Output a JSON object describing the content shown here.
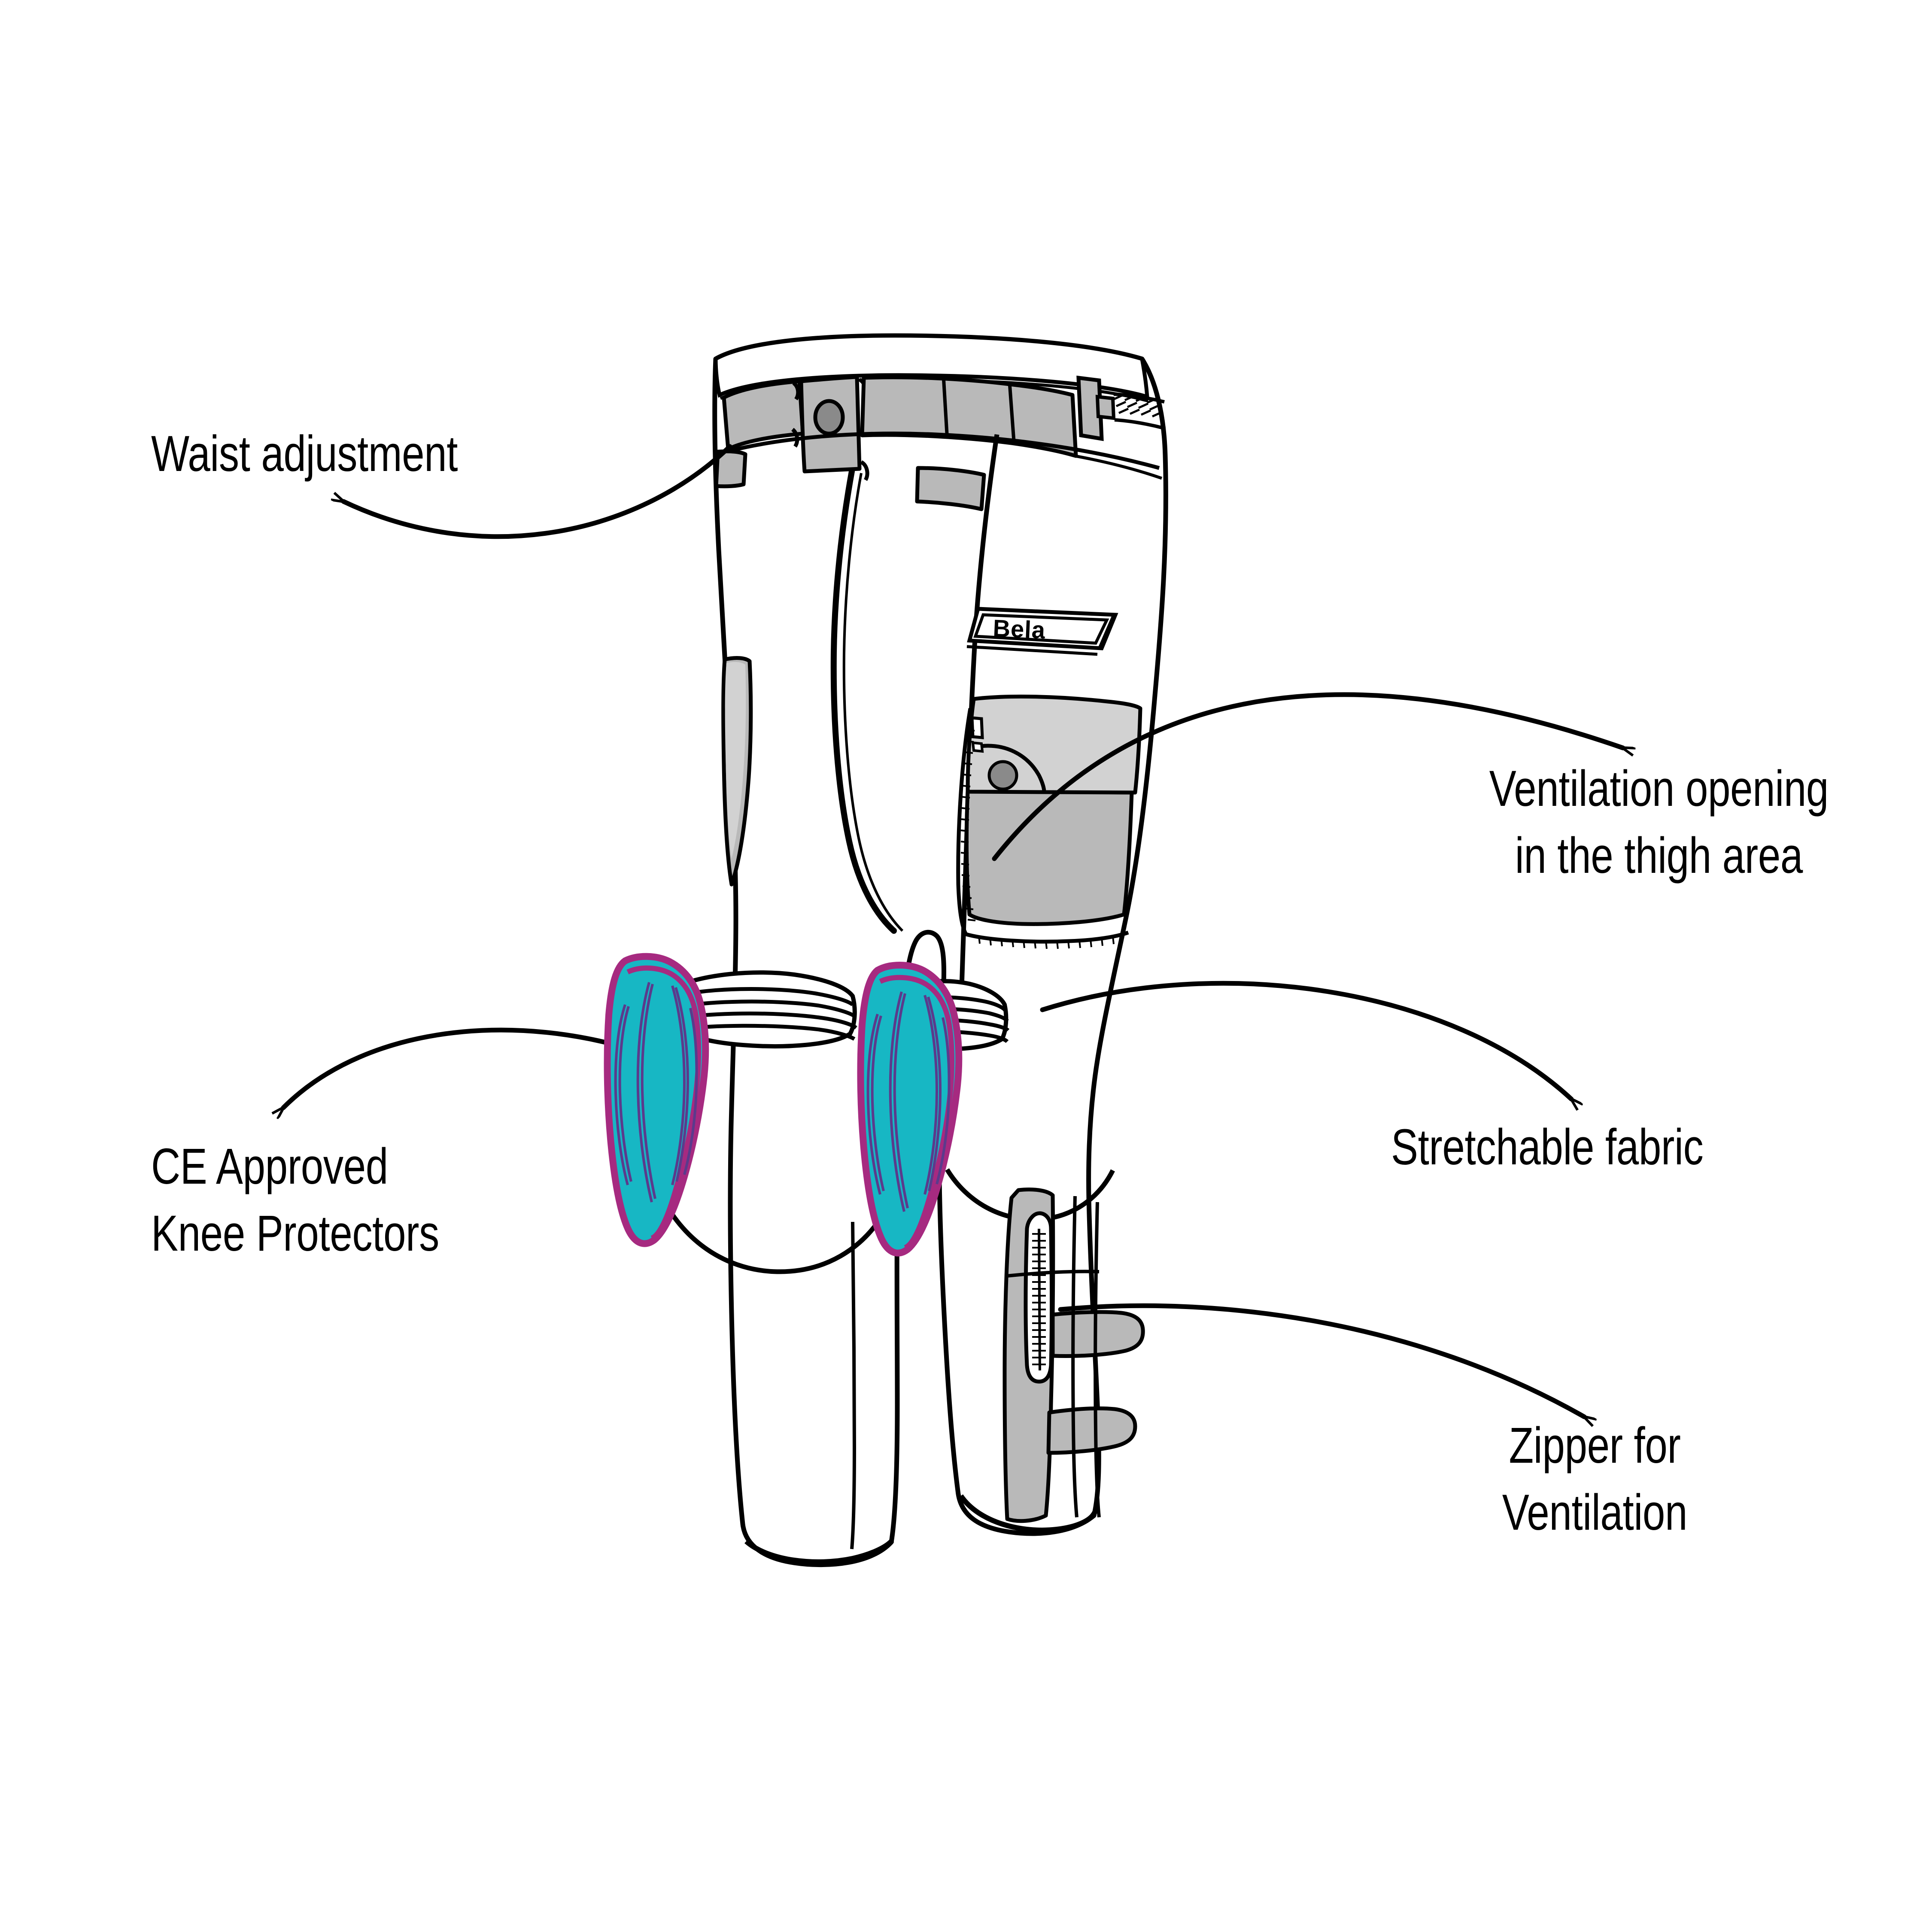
{
  "diagram": {
    "title": "Motorcycle Trousers Feature Callout Diagram",
    "product_brand": "Bela",
    "view": "front three-quarter technical flat",
    "background_color": "#ffffff",
    "line_color": "#000000",
    "colors": {
      "protector_fill": "#17b7c4",
      "protector_outline": "#a62a80",
      "protector_detail_line": "#5b3a8c",
      "fabric_white": "#ffffff",
      "panel_gray_light": "#d2d2d2",
      "panel_gray_mid": "#b9b9b9",
      "hardware_gray": "#8a8a8a",
      "text_color": "#000000"
    }
  },
  "callouts": [
    {
      "id": "waist",
      "lines": [
        "Waist adjustment"
      ],
      "arrow_direction": "points left toward label from waistband belt"
    },
    {
      "id": "ventilation_thigh",
      "lines": [
        "Ventilation opening",
        "in the thigh area"
      ],
      "arrow_direction": "points down-right toward label from thigh vent"
    },
    {
      "id": "stretchable_fabric",
      "lines": [
        "Stretchable fabric"
      ],
      "arrow_direction": "points down-right toward label from knee stretch panel"
    },
    {
      "id": "knee_protectors",
      "lines": [
        "CE Approved",
        "Knee Protectors"
      ],
      "arrow_direction": "points down-left toward label from knee protector"
    },
    {
      "id": "zipper_ventilation",
      "lines": [
        "Zipper for",
        "Ventilation"
      ],
      "arrow_direction": "points down-right toward label from lower leg zipper"
    }
  ],
  "garment_features": {
    "brand_patch_label": "Bela",
    "waistband": "adjustable belt with snap closure and belt loops",
    "fly": "zipper fly at centre front",
    "thigh_pocket": "zippered cargo pocket with snap flap",
    "knee_protectors": "CE approved removable knee armour",
    "stretch_panel": "accordion stretch fabric above knee",
    "leg_vent": "vertical ventilation zipper on lower leg",
    "leg_straps": "two adjustable calf straps"
  }
}
